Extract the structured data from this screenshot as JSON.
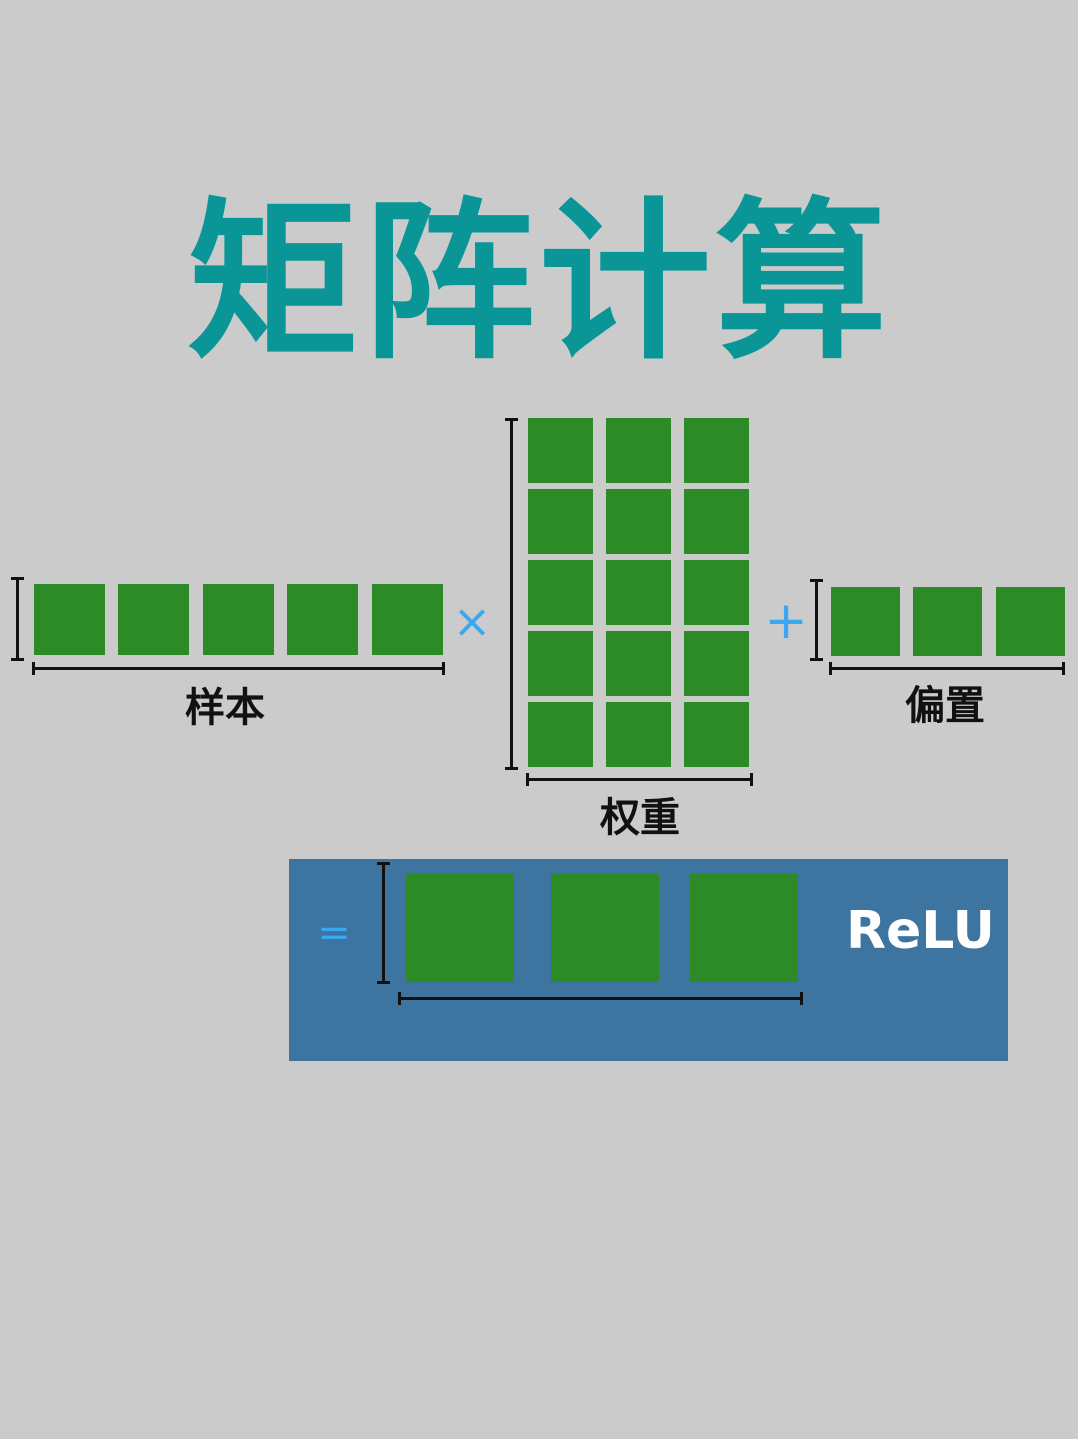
{
  "title": "矩阵计算",
  "diagram": {
    "sample": {
      "label": "样本",
      "columns": 5,
      "rows": 1
    },
    "weights": {
      "label": "权重",
      "columns": 3,
      "rows": 5
    },
    "bias": {
      "label": "偏置",
      "columns": 3,
      "rows": 1
    },
    "result": {
      "columns": 3,
      "rows": 1,
      "activation": "ReLU"
    },
    "operators": {
      "multiply": "×",
      "plus": "+",
      "equals": "="
    }
  },
  "colors": {
    "background": "#cbcbcb",
    "title": "#0a9696",
    "cell": "#2c8a27",
    "operator": "#3aa8f0",
    "result_box": "#3d74a0"
  }
}
